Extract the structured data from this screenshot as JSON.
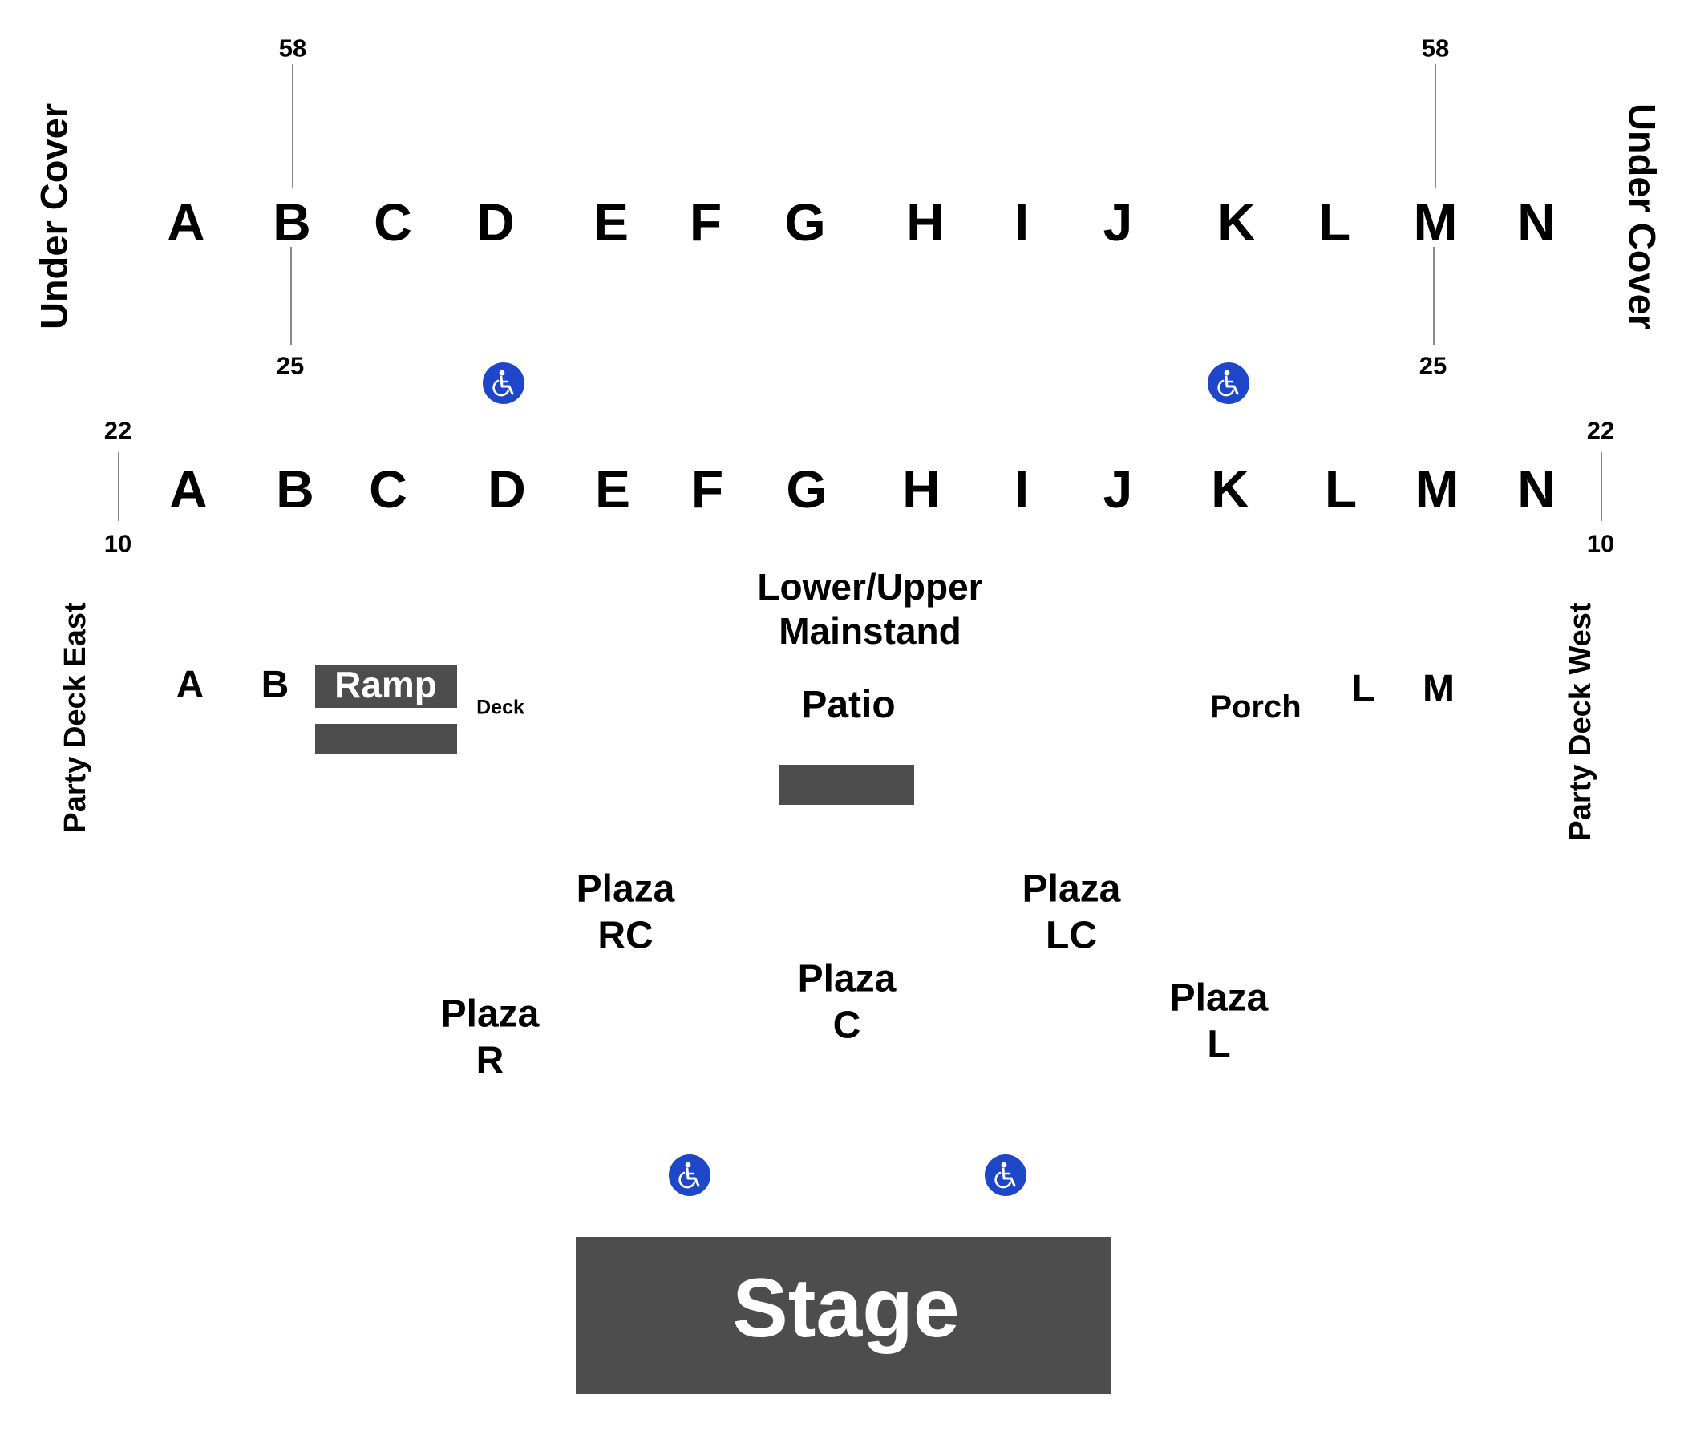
{
  "under_cover": {
    "left_label": "Under Cover",
    "right_label": "Under Cover",
    "letters": [
      "A",
      "B",
      "C",
      "D",
      "E",
      "F",
      "G",
      "H",
      "I",
      "J",
      "K",
      "L",
      "M",
      "N"
    ],
    "top_left_number": "58",
    "bottom_left_number": "25",
    "top_right_number": "58",
    "bottom_right_number": "25"
  },
  "mainstand": {
    "letters": [
      "A",
      "B",
      "C",
      "D",
      "E",
      "F",
      "G",
      "H",
      "I",
      "J",
      "K",
      "L",
      "M",
      "N"
    ],
    "top_left_number": "22",
    "bottom_left_number": "10",
    "top_right_number": "22",
    "bottom_right_number": "10",
    "label": "Lower/Upper\nMainstand"
  },
  "party_deck_east": {
    "label": "Party Deck East",
    "letters": [
      "A",
      "B"
    ],
    "ramp_label": "Ramp",
    "deck_label": "Deck"
  },
  "party_deck_west": {
    "label": "Party Deck West",
    "letters": [
      "L",
      "M"
    ],
    "porch_label": "Porch"
  },
  "patio_label": "Patio",
  "plazas": {
    "rc": "Plaza\nRC",
    "lc": "Plaza\nLC",
    "c": "Plaza\nC",
    "r": "Plaza\nR",
    "l": "Plaza\nL"
  },
  "stage_label": "Stage",
  "accessible_icon_color": "#1d46c8",
  "block_color": "#4d4d4d"
}
